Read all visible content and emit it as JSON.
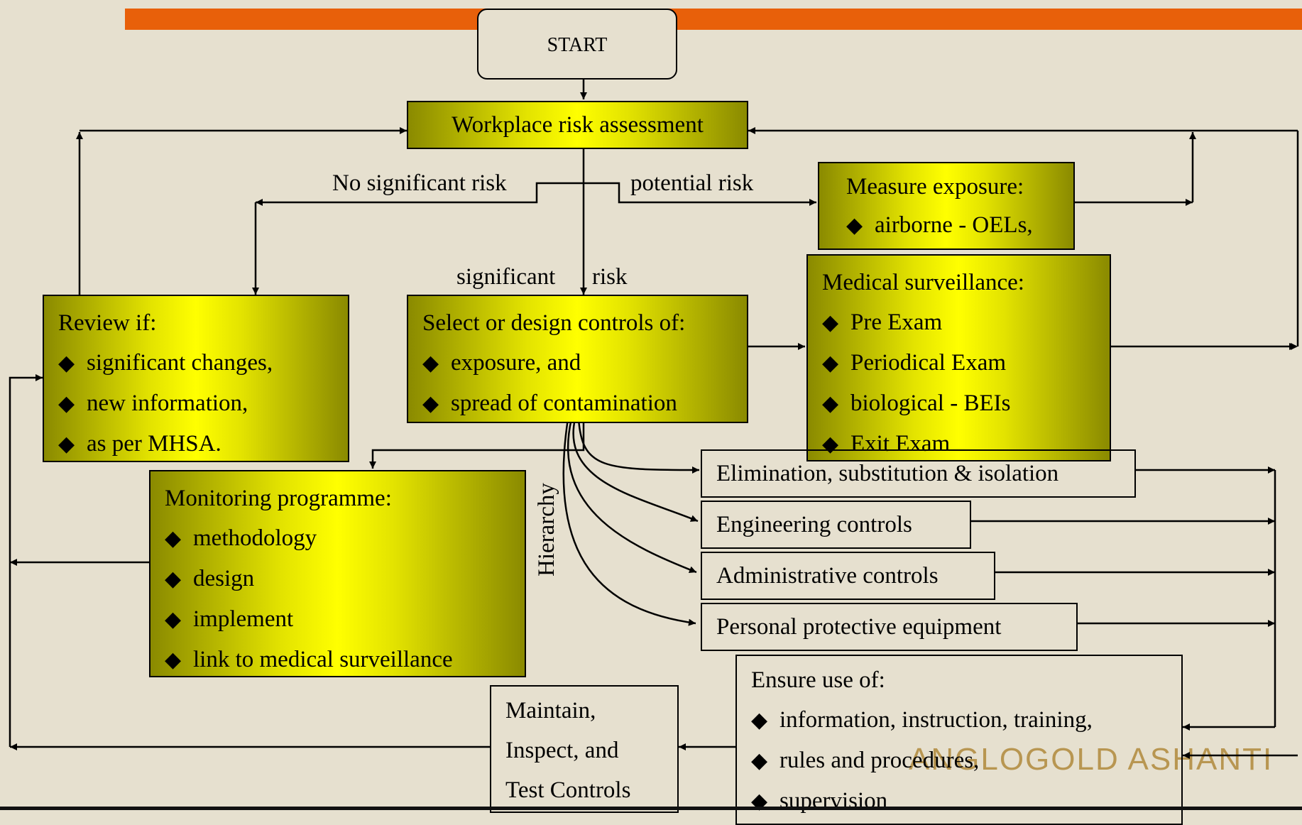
{
  "logo_text": "ANGLOGOLD ASHANTI",
  "start": "START",
  "risk_assessment": "Workplace risk assessment",
  "labels": {
    "no_significant_risk": "No significant risk",
    "potential_risk": "potential risk",
    "significant": "significant",
    "risk": "risk",
    "hierarchy": "Hierarchy"
  },
  "measure": {
    "title": "Measure exposure:",
    "items": [
      "airborne - OELs,"
    ]
  },
  "medical": {
    "title": "Medical surveillance:",
    "items": [
      "Pre Exam",
      "Periodical Exam",
      "biological - BEIs",
      "Exit Exam"
    ]
  },
  "review": {
    "title": "Review if:",
    "items": [
      "significant changes,",
      "new information,",
      "as per MHSA."
    ]
  },
  "controls": {
    "title": "Select or design controls of:",
    "items": [
      "exposure, and",
      "spread of contamination"
    ]
  },
  "monitoring": {
    "title": "Monitoring programme:",
    "items": [
      "methodology",
      "design",
      "implement",
      "link to medical surveillance"
    ]
  },
  "hierarchy_items": [
    "Elimination, substitution & isolation",
    "Engineering controls",
    "Administrative controls",
    "Personal protective equipment"
  ],
  "ensure": {
    "title": "Ensure use of:",
    "items": [
      "information, instruction, training,",
      "rules and procedures,",
      "supervision"
    ]
  },
  "maintain": {
    "lines": [
      "Maintain,",
      "Inspect, and",
      "Test Controls"
    ]
  },
  "colors": {
    "accent_bar": "#e8600a",
    "box_fill": "#ffff00",
    "box_edge": "#8a8a00",
    "background": "#e6e0cf"
  }
}
